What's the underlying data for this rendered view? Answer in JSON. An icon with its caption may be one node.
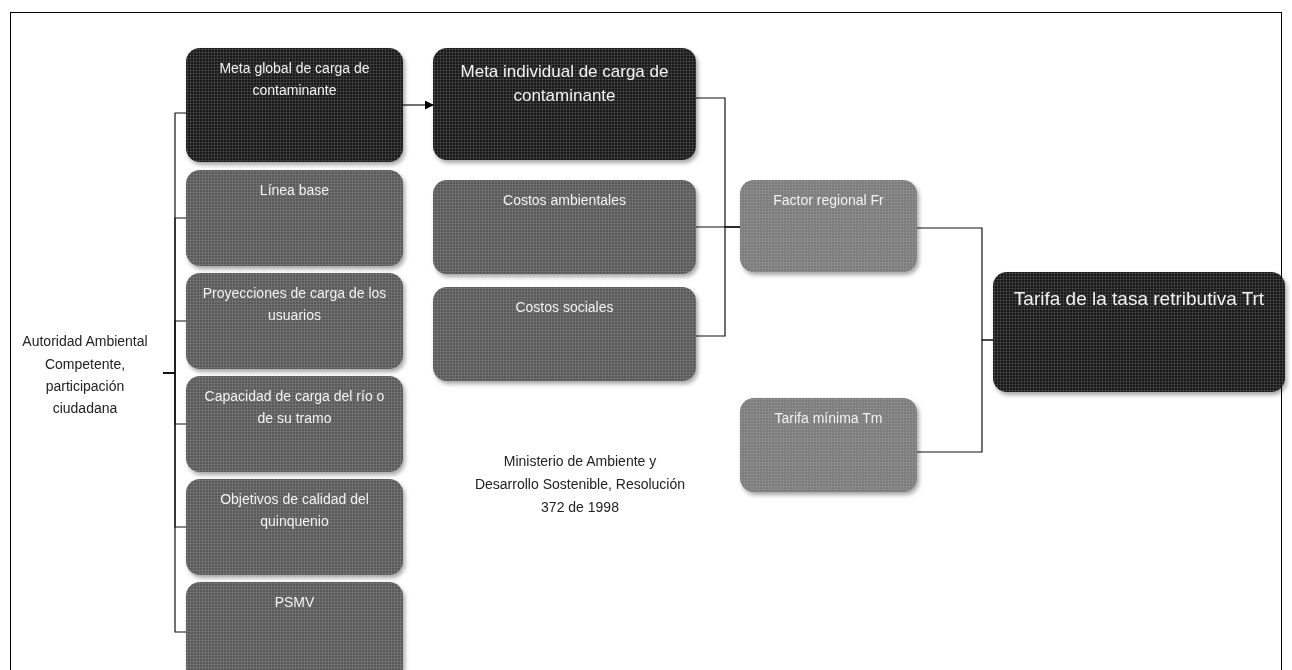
{
  "diagram": {
    "nodes": [
      {
        "text": [
          "Autoridad Ambiental Competente, participación ciudadana"
        ]
      },
      {
        "text": [
          "Meta global de carga de contaminante"
        ]
      },
      {
        "text": [
          "Línea base"
        ]
      },
      {
        "text": [
          "Proyecciones de carga de los usuarios"
        ]
      },
      {
        "text": [
          "Capacidad de carga del río o de su tramo"
        ]
      },
      {
        "text": [
          "Objetivos de calidad del quinquenio"
        ]
      },
      {
        "text": [
          "PSMV"
        ]
      },
      {
        "text": [
          "Meta individual de carga de contaminante"
        ]
      },
      {
        "text": [
          "Costos ambientales"
        ]
      },
      {
        "text": [
          "Costos sociales"
        ]
      },
      {
        "text": [
          "Factor regional Fr"
        ]
      },
      {
        "text": [
          "Tarifa mínima Tm"
        ]
      },
      {
        "text": [
          "Tarifa de la tasa retributiva Trt"
        ]
      }
    ],
    "edges": [
      {
        "from": 0,
        "to": 1,
        "arrow": "none"
      },
      {
        "from": 0,
        "to": 2,
        "arrow": "none"
      },
      {
        "from": 0,
        "to": 3,
        "arrow": "none"
      },
      {
        "from": 0,
        "to": 4,
        "arrow": "none"
      },
      {
        "from": 0,
        "to": 5,
        "arrow": "none"
      },
      {
        "from": 0,
        "to": 6,
        "arrow": "none"
      },
      {
        "from": 1,
        "to": 7,
        "arrow": "to"
      },
      {
        "from": 7,
        "to": 10,
        "arrow": "none"
      },
      {
        "from": 8,
        "to": 10,
        "arrow": "none"
      },
      {
        "from": 9,
        "to": 10,
        "arrow": "none"
      },
      {
        "from": 10,
        "to": 12,
        "arrow": "none"
      },
      {
        "from": 11,
        "to": 12,
        "arrow": "none"
      }
    ],
    "labels": [
      "Ministerio de Ambiente y Desarrollo Sostenible, Resolución 372 de 1998"
    ]
  }
}
